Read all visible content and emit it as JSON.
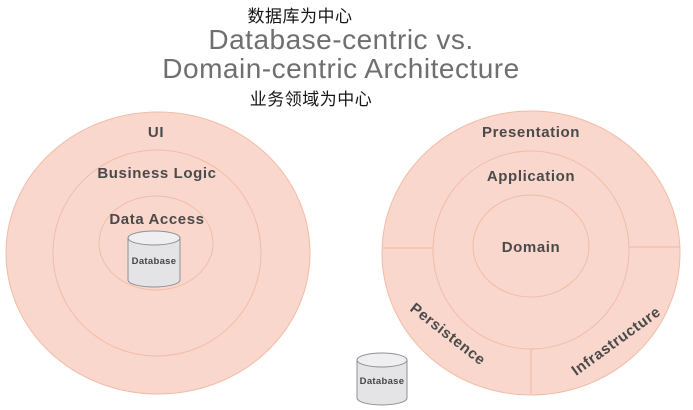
{
  "header": {
    "cn_top": "数据库为中心",
    "title_line1": "Database-centric vs.",
    "title_line2": "Domain-centric Architecture",
    "cn_bottom": "业务领域为中心"
  },
  "left_diagram": {
    "ring_labels": [
      "UI",
      "Business Logic",
      "Data Access"
    ],
    "database_label": "Database"
  },
  "right_diagram": {
    "ring_labels": [
      "Presentation",
      "Application",
      "Domain"
    ],
    "segment_labels": [
      "Persistence",
      "Infrastructure"
    ],
    "database_label": "Database"
  },
  "colors": {
    "circle_fill": "#FAD7CC",
    "circle_stroke": "#F2BCA6",
    "label_text": "#4A4A4A",
    "title_text": "#6F6F6F",
    "cjk_text": "#161616",
    "cylinder_fill": "#E4E4E6",
    "cylinder_top_fill": "#EFEFF1",
    "cylinder_stroke": "#909095",
    "background": "#FFFFFF"
  }
}
